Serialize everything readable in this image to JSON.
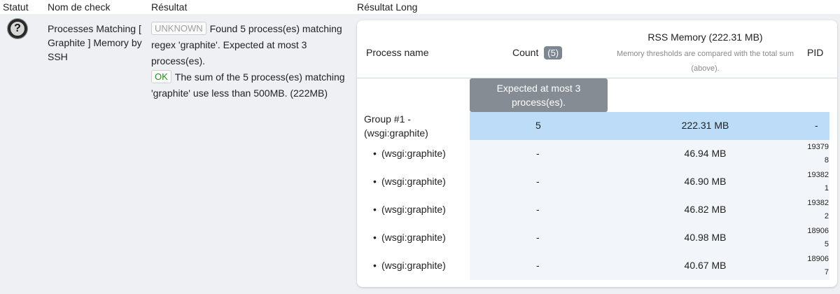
{
  "columns": {
    "status": "Statut",
    "check_name": "Nom de check",
    "result": "Résultat",
    "long_result": "Résultat Long"
  },
  "check": {
    "status_icon": "question-mark-icon",
    "name": "Processes Matching [ Graphite ] Memory by SSH",
    "results": [
      {
        "state": "UNKNOWN",
        "text": "Found 5 process(es) matching regex 'graphite'. Expected at most 3 process(es)."
      },
      {
        "state": "OK",
        "text": "The sum of the 5 process(es) matching 'graphite' use less than 500MB. (222MB)"
      }
    ]
  },
  "long_result": {
    "headers": {
      "process_name": "Process name",
      "count": "Count",
      "count_badge": "(5)",
      "rss": "RSS Memory (222.31 MB)",
      "rss_note": "Memory thresholds are compared with the total sum (above).",
      "pid": "PID"
    },
    "tooltip": "Expected at most 3 process(es).",
    "group": {
      "name": "Group #1 - (wsgi:graphite)",
      "count": "5",
      "rss": "222.31 MB",
      "pid": "-"
    },
    "processes": [
      {
        "name": "(wsgi:graphite)",
        "count": "-",
        "rss": "46.94 MB",
        "pid": "193798"
      },
      {
        "name": "(wsgi:graphite)",
        "count": "-",
        "rss": "46.90 MB",
        "pid": "193821"
      },
      {
        "name": "(wsgi:graphite)",
        "count": "-",
        "rss": "46.82 MB",
        "pid": "193822"
      },
      {
        "name": "(wsgi:graphite)",
        "count": "-",
        "rss": "40.98 MB",
        "pid": "189065"
      },
      {
        "name": "(wsgi:graphite)",
        "count": "-",
        "rss": "40.67 MB",
        "pid": "189067"
      }
    ]
  },
  "colors": {
    "group_row": "#bcdcf7",
    "tooltip": "#868c93",
    "ok": "#2a8a2a",
    "unknown": "#a0a0a0"
  }
}
